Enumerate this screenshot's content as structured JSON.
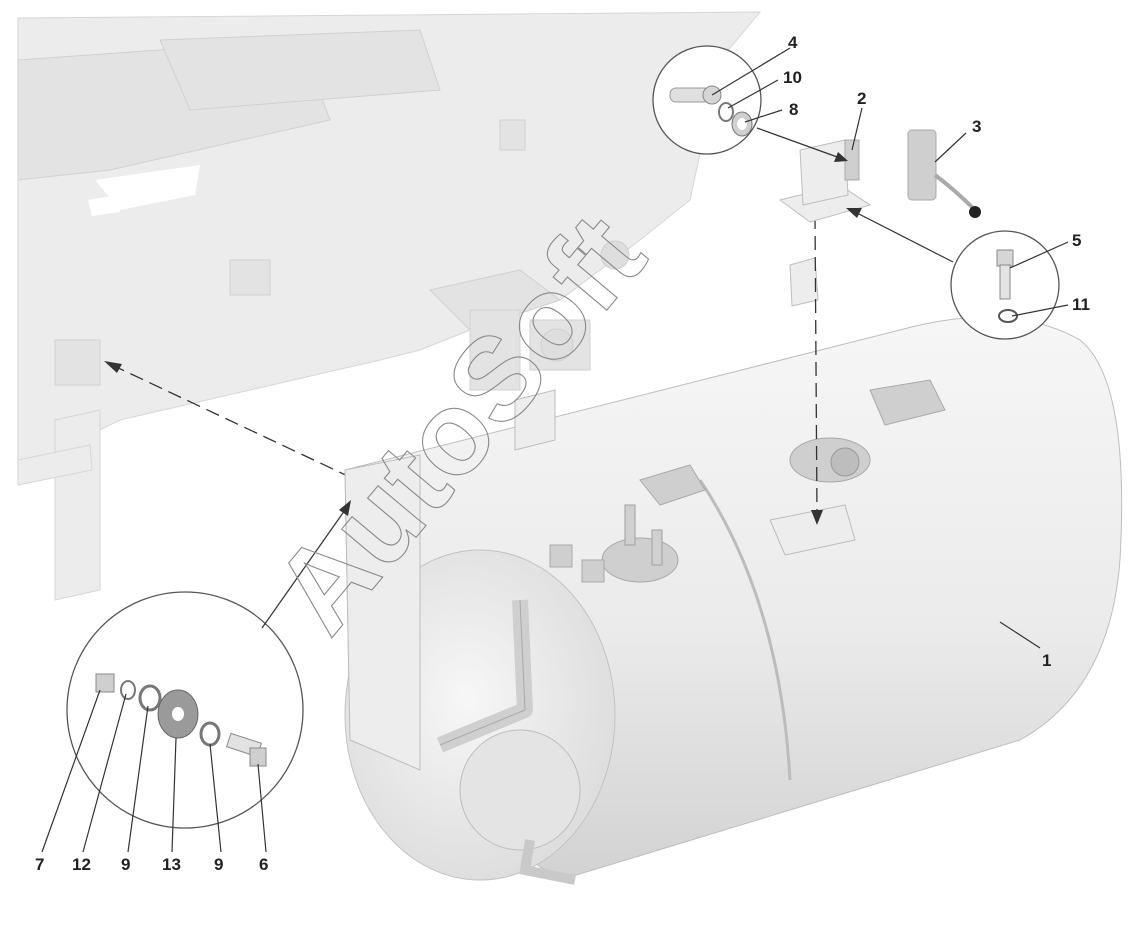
{
  "watermark": "AutoSoft",
  "callouts": {
    "c1": "1",
    "c2": "2",
    "c3": "3",
    "c4": "4",
    "c5": "5",
    "c6": "6",
    "c7": "7",
    "c8": "8",
    "c9a": "9",
    "c9b": "9",
    "c10": "10",
    "c11": "11",
    "c12": "12",
    "c13": "13"
  },
  "colors": {
    "line": "#333333",
    "tank_light": "#f2f2f2",
    "tank_shade": "#d9d9d9",
    "frame": "#ececec"
  }
}
